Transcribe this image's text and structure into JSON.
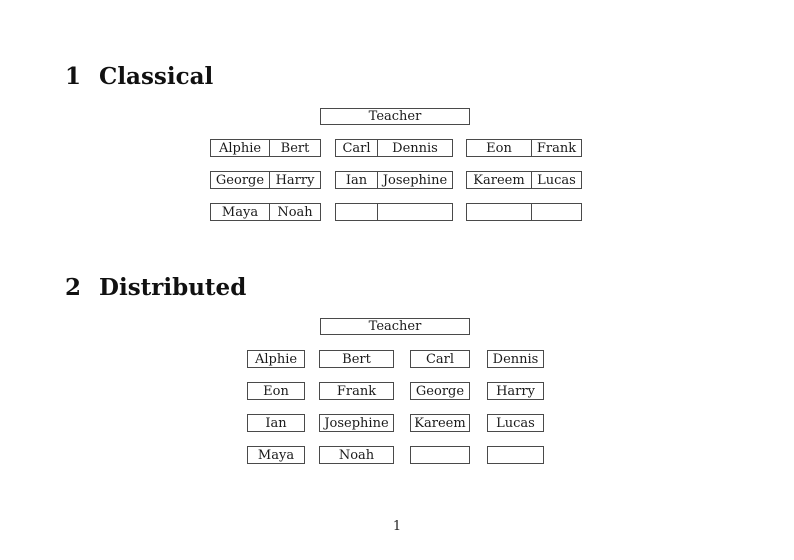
{
  "page": {
    "number": "1"
  },
  "sections": {
    "classical": {
      "number": "1",
      "title": "Classical",
      "teacher_label": "Teacher",
      "rows": [
        [
          {
            "left": "Alphie",
            "right": "Bert"
          },
          {
            "left": "Carl",
            "right": "Dennis"
          },
          {
            "left": "Eon",
            "right": "Frank"
          }
        ],
        [
          {
            "left": "George",
            "right": "Harry"
          },
          {
            "left": "Ian",
            "right": "Josephine"
          },
          {
            "left": "Kareem",
            "right": "Lucas"
          }
        ],
        [
          {
            "left": "Maya",
            "right": "Noah"
          },
          {
            "left": "",
            "right": ""
          },
          {
            "left": "",
            "right": ""
          }
        ]
      ]
    },
    "distributed": {
      "number": "2",
      "title": "Distributed",
      "teacher_label": "Teacher",
      "rows": [
        [
          "Alphie",
          "Bert",
          "Carl",
          "Dennis"
        ],
        [
          "Eon",
          "Frank",
          "George",
          "Harry"
        ],
        [
          "Ian",
          "Josephine",
          "Kareem",
          "Lucas"
        ],
        [
          "Maya",
          "Noah",
          "",
          ""
        ]
      ]
    }
  },
  "colors": {
    "background": "#ffffff",
    "text": "#1a1a1a",
    "border": "#4a4a4a"
  }
}
